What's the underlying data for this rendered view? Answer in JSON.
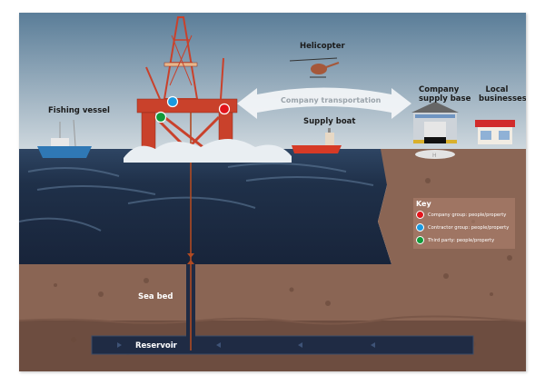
{
  "labels": {
    "helicopter": "Helicopter",
    "fishing_vessel": "Fishing vessel",
    "company_transportation": "Company transportation",
    "supply_boat": "Supply boat",
    "company_supply_base_line1": "Company",
    "company_supply_base_line2": "supply base",
    "local_businesses_line1": "Local",
    "local_businesses_line2": "businesses",
    "sea_bed": "Sea bed",
    "reservoir": "Reservoir"
  },
  "key": {
    "title": "Key",
    "items": [
      {
        "label": "Company group: people/property",
        "color": "#e3141b"
      },
      {
        "label": "Contractor group: people/property",
        "color": "#1a9ae0"
      },
      {
        "label": "Third party: people/property",
        "color": "#119a3a"
      }
    ]
  },
  "colors": {
    "sky_top": "#5a7d98",
    "sky_bottom": "#d5dde2",
    "sea_dark": "#1c2a40",
    "seabed_upper": "#8a6554",
    "seabed_lower": "#6d4d40",
    "rig_red": "#c9412b",
    "reservoir": "#1f2b44"
  }
}
